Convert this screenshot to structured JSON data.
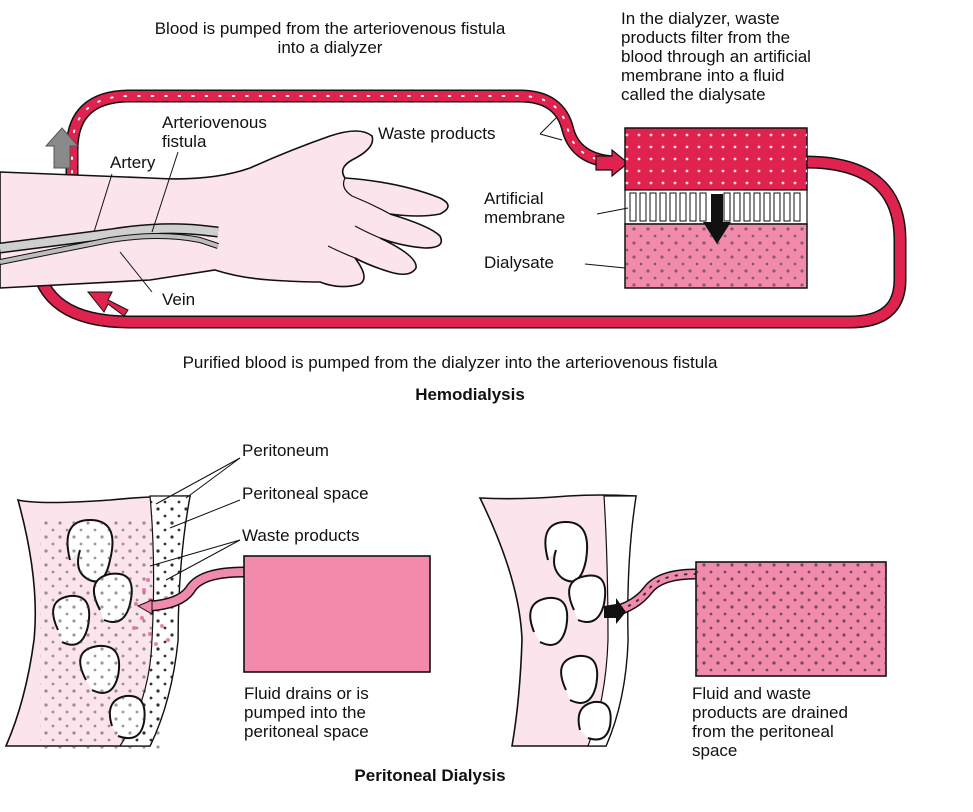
{
  "hemo": {
    "top_caption": "Blood is pumped from the arteriovenous fistula\ninto a dialyzer",
    "dialyzer_caption": "In the dialyzer, waste\nproducts filter from the\nblood through an artificial\nmembrane into a fluid\ncalled the dialysate",
    "labels": {
      "fistula": "Arteriovenous\nfistula",
      "artery": "Artery",
      "vein": "Vein",
      "waste": "Waste products",
      "membrane": "Artificial\nmembrane",
      "dialysate": "Dialysate"
    },
    "bottom_caption": "Purified blood is pumped from the dialyzer into the arteriovenous fistula",
    "title": "Hemodialysis"
  },
  "perit": {
    "labels": {
      "peritoneum": "Peritoneum",
      "space": "Peritoneal space",
      "waste": "Waste products"
    },
    "left_caption": "Fluid drains or is\npumped into the\nperitoneal space",
    "right_caption": "Fluid and waste\nproducts are drained\nfrom the peritoneal\nspace",
    "title": "Peritoneal Dialysis"
  },
  "colors": {
    "blood": "#e0234e",
    "dialysate": "#f28bab",
    "skin": "#fce4ec",
    "outline": "#111111",
    "arrow_gray": "#8a8a8a"
  }
}
